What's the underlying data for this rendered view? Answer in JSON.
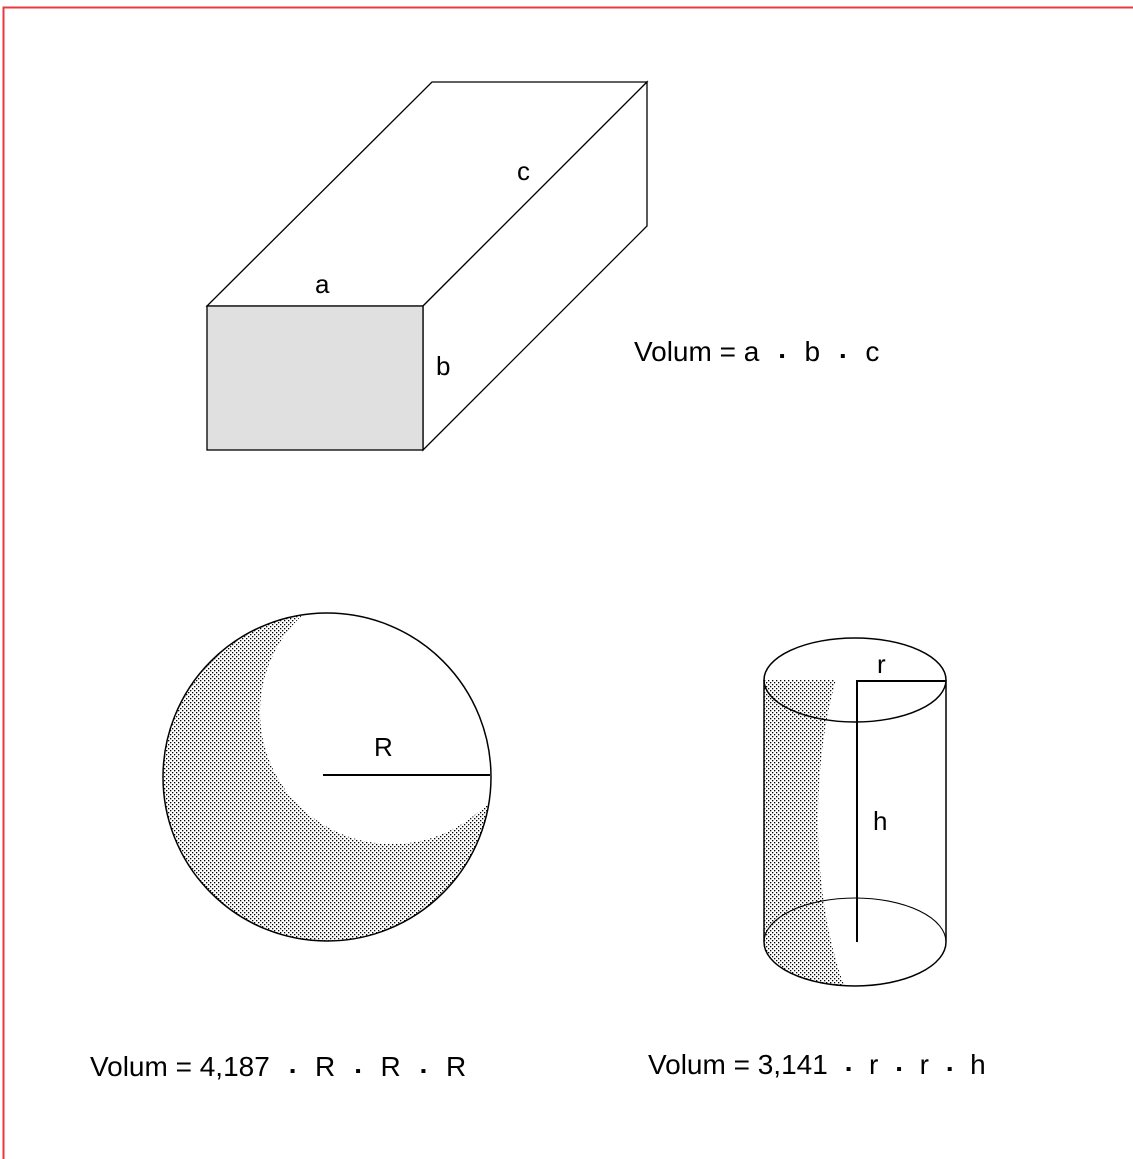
{
  "colors": {
    "frame": "#e8393f",
    "stroke": "#000000",
    "box_front_face": "#e0e0e0",
    "stipple": "#000000"
  },
  "box": {
    "label_a": "a",
    "label_b": "b",
    "label_c": "c",
    "formula": {
      "prefix": "Volum = a",
      "dot": "▪",
      "parts": [
        "b",
        "c"
      ]
    }
  },
  "sphere": {
    "label_r": "R",
    "formula": {
      "prefix": "Volum = 4,187",
      "dot": "▪",
      "parts": [
        "R",
        "R",
        "R"
      ]
    }
  },
  "cylinder": {
    "label_r": "r",
    "label_h": "h",
    "formula": {
      "prefix": "Volum = 3,141",
      "dot": "▪",
      "parts": [
        "r",
        "r",
        "h"
      ]
    }
  }
}
